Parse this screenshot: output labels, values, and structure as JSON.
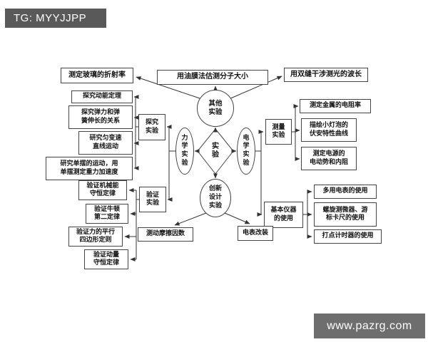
{
  "badges": {
    "tg": "TG: MYYJJPP",
    "watermark": "www.pazrg.com"
  },
  "colors": {
    "badge_bg": "#595959",
    "watermark_bg": "#6e6e6e",
    "line": "#333333",
    "node_border": "#444444",
    "text": "#111111",
    "background": "#ffffff"
  },
  "diagram": {
    "center": "实\n验",
    "other": "其他\n实验",
    "mechanics": "力\n学\n实\n验",
    "electricity": "电\n学\n实\n验",
    "innovation": "创新\n设计\n实验",
    "explore": "探究\n实验",
    "verify": "验证\n实验",
    "measure": "测量\n实验",
    "instruments": "基本仪器\n的使用",
    "top_boxes": [
      "测定玻璃的折射率",
      "用油膜法估测分子大小",
      "用双缝干涉测光的波长"
    ],
    "explore_boxes": [
      "探究动能定理",
      "探究弹力和弹\n簧伸长的关系",
      "研究匀变速\n直线运动",
      "研究单摆的运动，用\n单摆测定重力加速度"
    ],
    "verify_boxes": [
      "验证机械能\n守恒定律",
      "验证牛顿\n第二定律",
      "验证力的平行\n四边形定则",
      "验证动量\n守恒定律"
    ],
    "measure_boxes": [
      "测定金属的电阻率",
      "描绘小灯泡的\n伏安特性曲线",
      "测定电源的\n电动势和内阻"
    ],
    "instrument_boxes": [
      "多用电表的使用",
      "螺旋测微器、游\n标卡尺的使用",
      "打点计时器的使用"
    ],
    "innovation_boxes": [
      "测动摩擦因数",
      "电表改装"
    ]
  }
}
